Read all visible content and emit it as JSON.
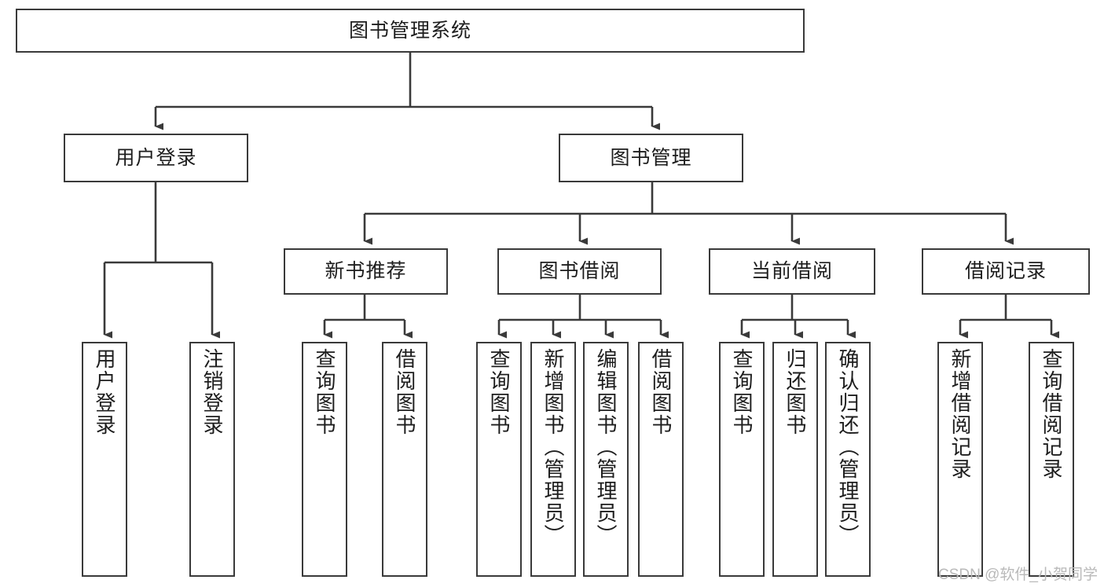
{
  "diagram": {
    "title": "图书管理系统",
    "watermark": "CSDN @软件_小贺同学",
    "accent_color": "#3a3a3a",
    "background_color": "#ffffff",
    "nodes": {
      "root": "图书管理系统",
      "user_login": "用户登录",
      "book_manage": "图书管理",
      "new_book_rec": "新书推荐",
      "book_borrow": "图书借阅",
      "current_borrow": "当前借阅",
      "borrow_record": "借阅记录",
      "leaf_user_login": "用户登录",
      "leaf_logout": "注销登录",
      "leaf_rec_query": "查询图书",
      "leaf_rec_borrow": "借阅图书",
      "leaf_borrow_query": "查询图书",
      "leaf_add_book": "新增图书（管理员）",
      "leaf_edit_book": "编辑图书（管理员）",
      "leaf_borrow_book": "借阅图书",
      "leaf_cur_query": "查询图书",
      "leaf_return_book": "归还图书",
      "leaf_confirm_return": "确认归还（管理员）",
      "leaf_add_record": "新增借阅记录",
      "leaf_query_record": "查询借阅记录"
    }
  },
  "chart_data": {
    "type": "diagram",
    "subtype": "tree-hierarchy",
    "title": "图书管理系统",
    "orientation": "top-down",
    "levels": 4,
    "tree": {
      "label": "图书管理系统",
      "children": [
        {
          "label": "用户登录",
          "children": [
            {
              "label": "用户登录",
              "children": []
            },
            {
              "label": "注销登录",
              "children": []
            }
          ]
        },
        {
          "label": "图书管理",
          "children": [
            {
              "label": "新书推荐",
              "children": [
                {
                  "label": "查询图书",
                  "children": []
                },
                {
                  "label": "借阅图书",
                  "children": []
                }
              ]
            },
            {
              "label": "图书借阅",
              "children": [
                {
                  "label": "查询图书",
                  "children": []
                },
                {
                  "label": "新增图书（管理员）",
                  "children": []
                },
                {
                  "label": "编辑图书（管理员）",
                  "children": []
                },
                {
                  "label": "借阅图书",
                  "children": []
                }
              ]
            },
            {
              "label": "当前借阅",
              "children": [
                {
                  "label": "查询图书",
                  "children": []
                },
                {
                  "label": "归还图书",
                  "children": []
                },
                {
                  "label": "确认归还（管理员）",
                  "children": []
                }
              ]
            },
            {
              "label": "借阅记录",
              "children": [
                {
                  "label": "新增借阅记录",
                  "children": []
                },
                {
                  "label": "查询借阅记录",
                  "children": []
                }
              ]
            }
          ]
        }
      ]
    }
  }
}
